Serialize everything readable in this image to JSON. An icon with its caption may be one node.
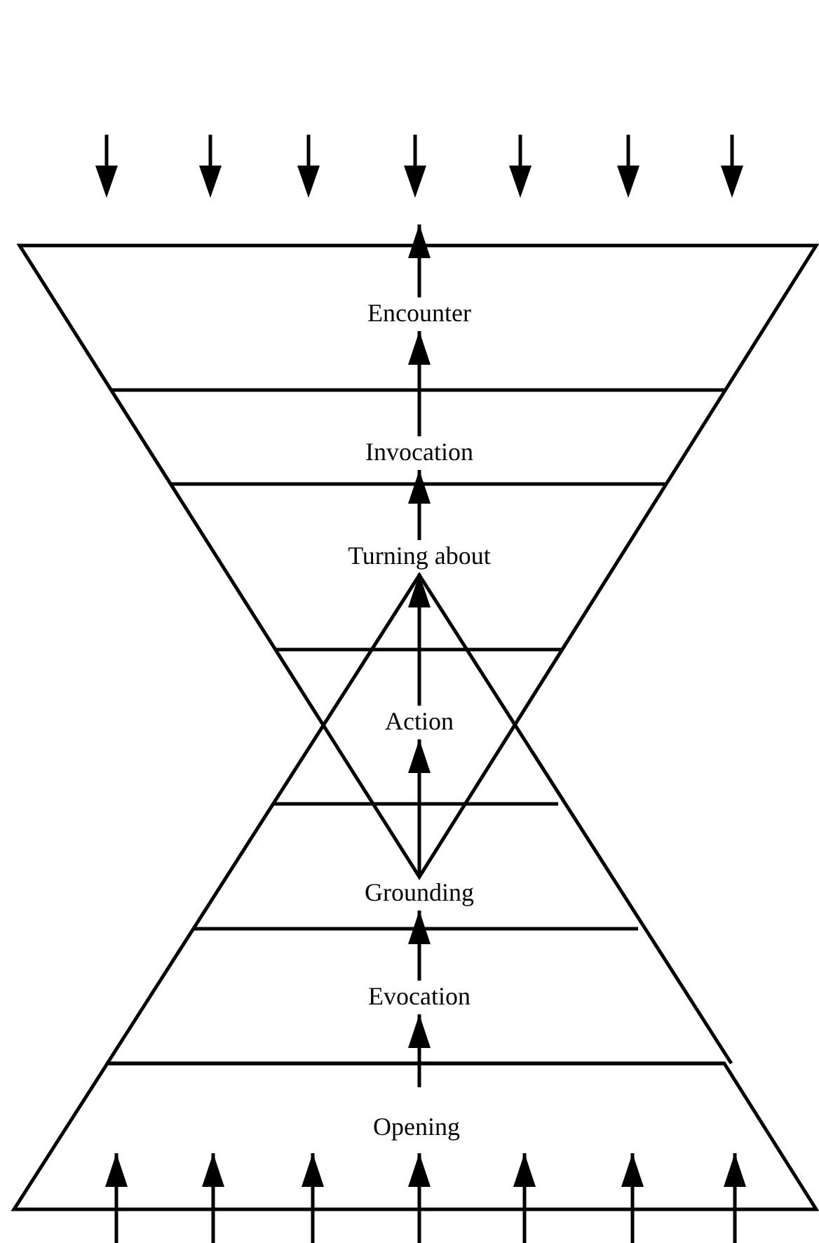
{
  "diagram": {
    "nodes": [
      {
        "text": [
          "Encounter"
        ]
      },
      {
        "text": [
          "Invocation"
        ]
      },
      {
        "text": [
          "Turning about"
        ]
      },
      {
        "text": [
          "Action"
        ]
      },
      {
        "text": [
          "Grounding"
        ]
      },
      {
        "text": [
          "Evocation"
        ]
      },
      {
        "text": [
          "Opening"
        ]
      }
    ],
    "edges": [
      {
        "from": 6,
        "to": 5,
        "arrow": "to"
      },
      {
        "from": 5,
        "to": 4,
        "arrow": "to"
      },
      {
        "from": 4,
        "to": 3,
        "arrow": "to"
      },
      {
        "from": 3,
        "to": 2,
        "arrow": "to"
      },
      {
        "from": 2,
        "to": 1,
        "arrow": "to"
      },
      {
        "from": 1,
        "to": 0,
        "arrow": "to"
      },
      {
        "from": 0,
        "to": null,
        "arrow": "to"
      },
      {
        "from": null,
        "to": 6,
        "arrow": "to"
      },
      {
        "from": null,
        "to": 6,
        "arrow": "to"
      },
      {
        "from": null,
        "to": 6,
        "arrow": "to"
      },
      {
        "from": null,
        "to": 6,
        "arrow": "to"
      },
      {
        "from": null,
        "to": 6,
        "arrow": "to"
      },
      {
        "from": null,
        "to": 6,
        "arrow": "to"
      },
      {
        "from": null,
        "to": 6,
        "arrow": "to"
      }
    ]
  }
}
